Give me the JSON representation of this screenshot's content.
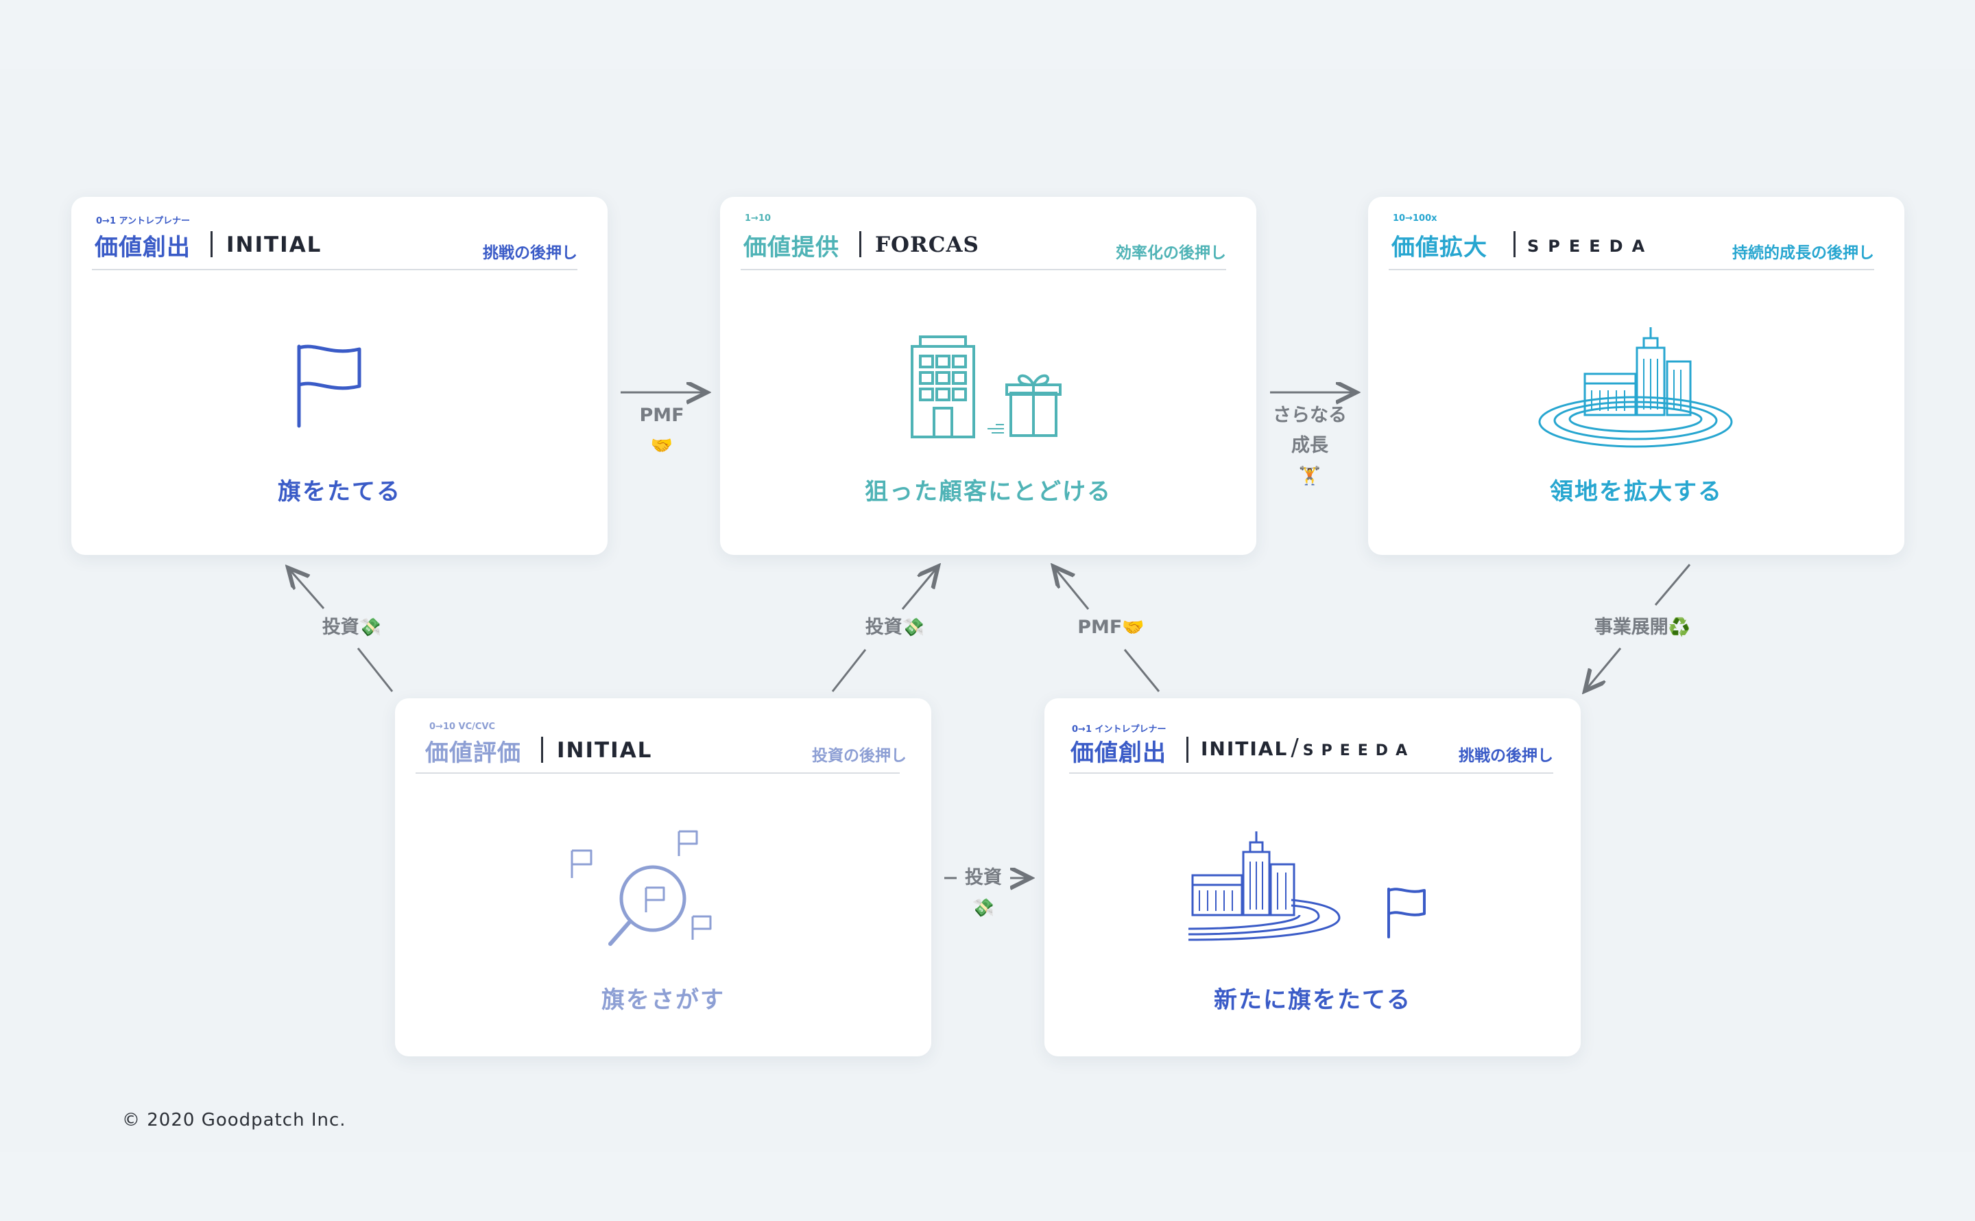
{
  "cards": {
    "initial_top": {
      "stage": "0→1 アントレプレナー",
      "title": "価値創出",
      "brand": "INITIAL",
      "tag": "挑戦の後押し",
      "caption": "旗をたてる"
    },
    "forcas": {
      "stage": "1→10",
      "title": "価値提供",
      "brand": "FORCAS",
      "tag": "効率化の後押し",
      "caption": "狙った顧客にとどける"
    },
    "speeda": {
      "stage": "10→100x",
      "title": "価値拡大",
      "brand": "SPEEDA",
      "tag": "持続的成長の後押し",
      "caption": "領地を拡大する"
    },
    "initial_vc": {
      "stage": "0→10 VC/CVC",
      "title": "価値評価",
      "brand": "INITIAL",
      "tag": "投資の後押し",
      "caption": "旗をさがす"
    },
    "initial_speeda": {
      "stage": "0→1 イントレプレナー",
      "title": "価値創出",
      "brand_a": "INITIAL",
      "brand_slash": "/",
      "brand_b": "SPEEDA",
      "tag": "挑戦の後押し",
      "caption": "新たに旗をたてる"
    }
  },
  "flows": {
    "pmf_top": {
      "label": "PMF",
      "icon": "🤝"
    },
    "growth": {
      "label_1": "さらなる",
      "label_2": "成長",
      "icon": "🏋"
    },
    "invest_left": {
      "label": "投資",
      "icon": "💸"
    },
    "invest_mid": {
      "label": "投資",
      "icon": "💸"
    },
    "pmf_mid": {
      "label": "PMF",
      "icon": "🤝"
    },
    "expand": {
      "label": "事業展開",
      "icon": "♻️"
    },
    "invest_bottom": {
      "label": "投資",
      "icon": "💸"
    }
  },
  "colors": {
    "initial": "#3a5bc7",
    "forcas": "#4fb3b6",
    "speeda": "#27a6d0",
    "vc": "#8d9fd4",
    "arrow": "#6f747a"
  },
  "footer": {
    "copyright": "© 2020 Goodpatch Inc."
  }
}
